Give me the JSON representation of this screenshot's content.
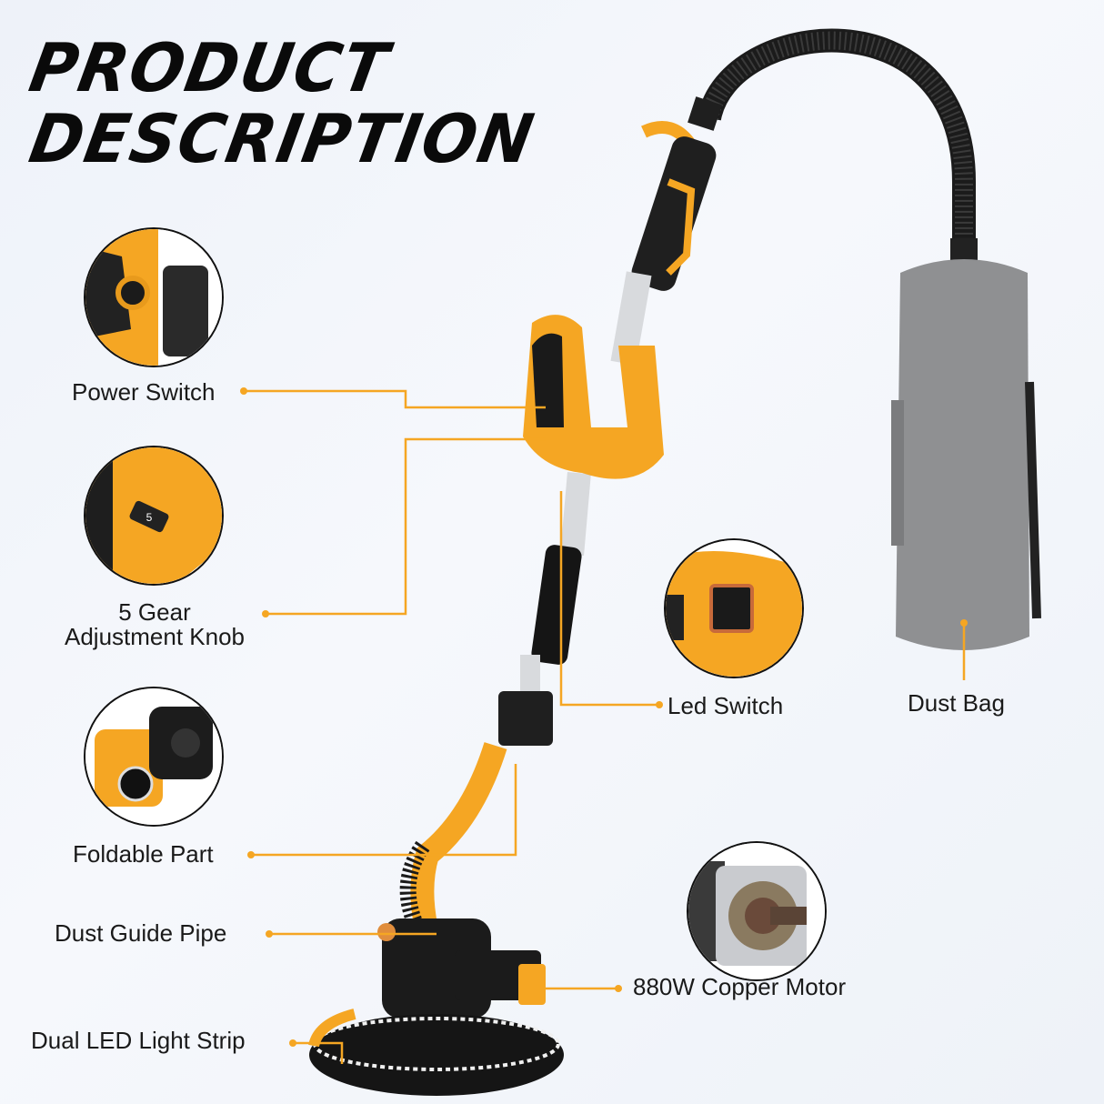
{
  "header": {
    "line1": "PRODUCT",
    "line2": "DESCRIPTION"
  },
  "accent_color": "#f5a623",
  "features": [
    {
      "id": "power-switch",
      "label": "Power Switch"
    },
    {
      "id": "gear-knob",
      "label_line1": "5 Gear",
      "label_line2": "Adjustment Knob"
    },
    {
      "id": "foldable",
      "label": "Foldable Part"
    },
    {
      "id": "dust-pipe",
      "label": "Dust Guide Pipe"
    },
    {
      "id": "led-strip",
      "label": "Dual LED Light Strip"
    },
    {
      "id": "led-switch",
      "label": "Led Switch"
    },
    {
      "id": "dust-bag",
      "label": "Dust Bag"
    },
    {
      "id": "motor",
      "label": "880W Copper Motor"
    }
  ],
  "knob_digit": "5"
}
